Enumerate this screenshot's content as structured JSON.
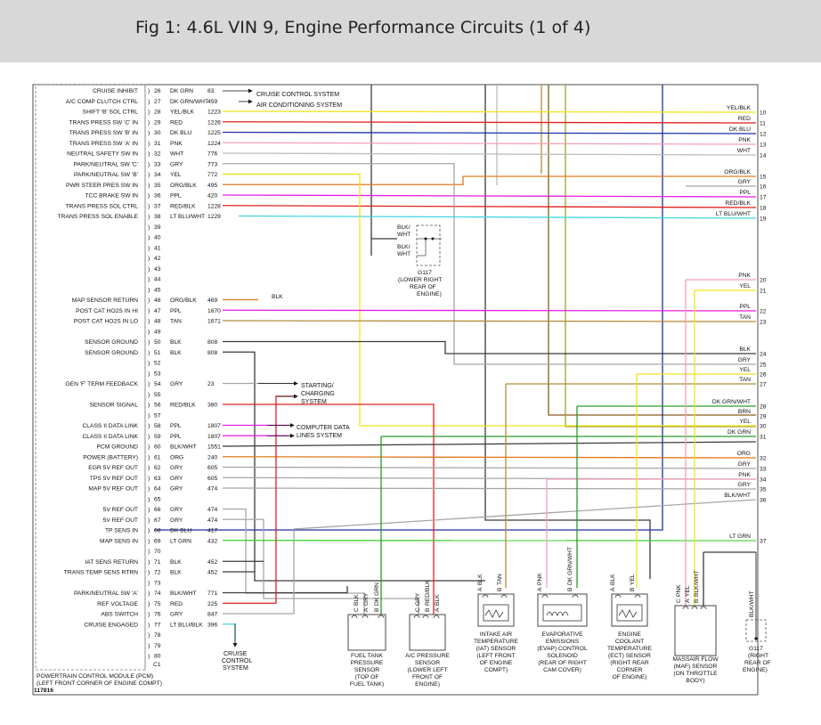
{
  "header": {
    "title": "Fig 1: 4.6L VIN 9, Engine Performance Circuits (1 of 4)"
  },
  "pcm": {
    "name_line1": "POWERTRAIN CONTROL MODULE (PCM)",
    "name_line2": "(LEFT FRONT CORNER OF ENGINE COMPT)",
    "figure_id": "117816",
    "c1": "C1"
  },
  "pins": [
    {
      "num": "26",
      "label": "CRUISE INHIBIT",
      "color": "DK GRN",
      "circuit": "83"
    },
    {
      "num": "27",
      "label": "A/C COMP CLUTCH CTRL",
      "color": "DK GRN/WHT",
      "circuit": "459"
    },
    {
      "num": "28",
      "label": "SHIFT 'B' SOL CTRL",
      "color": "YEL/BLK",
      "circuit": "1223"
    },
    {
      "num": "29",
      "label": "TRANS PRESS SW 'C' IN",
      "color": "RED",
      "circuit": "1226"
    },
    {
      "num": "30",
      "label": "TRANS PRESS SW 'B' IN",
      "color": "DK BLU",
      "circuit": "1225"
    },
    {
      "num": "31",
      "label": "TRANS PRESS SW 'A' IN",
      "color": "PNK",
      "circuit": "1224"
    },
    {
      "num": "32",
      "label": "NEUTRAL SAFETY SW IN",
      "color": "WHT",
      "circuit": "776"
    },
    {
      "num": "33",
      "label": "PARK/NEUTRAL SW 'C'",
      "color": "GRY",
      "circuit": "773"
    },
    {
      "num": "34",
      "label": "PARK/NEUTRAL SW 'B'",
      "color": "YEL",
      "circuit": "772"
    },
    {
      "num": "35",
      "label": "PWR STEER PRES SW IN",
      "color": "ORG/BLK",
      "circuit": "495"
    },
    {
      "num": "36",
      "label": "TCC BRAKE SW IN",
      "color": "PPL",
      "circuit": "420"
    },
    {
      "num": "37",
      "label": "TRANS PRESS SOL CTRL",
      "color": "RED/BLK",
      "circuit": "1228"
    },
    {
      "num": "38",
      "label": "TRANS PRESS SOL ENABLE",
      "color": "LT BLU/WHT",
      "circuit": "1229"
    },
    {
      "num": "39",
      "label": "",
      "color": "",
      "circuit": ""
    },
    {
      "num": "40",
      "label": "",
      "color": "",
      "circuit": ""
    },
    {
      "num": "41",
      "label": "",
      "color": "",
      "circuit": ""
    },
    {
      "num": "42",
      "label": "",
      "color": "",
      "circuit": ""
    },
    {
      "num": "43",
      "label": "",
      "color": "",
      "circuit": ""
    },
    {
      "num": "44",
      "label": "",
      "color": "",
      "circuit": ""
    },
    {
      "num": "45",
      "label": "",
      "color": "",
      "circuit": ""
    },
    {
      "num": "46",
      "label": "MAP SENSOR RETURN",
      "color": "ORG/BLK",
      "circuit": "469"
    },
    {
      "num": "47",
      "label": "POST CAT HO2S IN HI",
      "color": "PPL",
      "circuit": "1670"
    },
    {
      "num": "48",
      "label": "POST CAT HO2S IN LO",
      "color": "TAN",
      "circuit": "1671"
    },
    {
      "num": "49",
      "label": "",
      "color": "",
      "circuit": ""
    },
    {
      "num": "50",
      "label": "SENSOR GROUND",
      "color": "BLK",
      "circuit": "808"
    },
    {
      "num": "51",
      "label": "SENSOR GROUND",
      "color": "BLK",
      "circuit": "808"
    },
    {
      "num": "52",
      "label": "",
      "color": "",
      "circuit": ""
    },
    {
      "num": "53",
      "label": "",
      "color": "",
      "circuit": ""
    },
    {
      "num": "54",
      "label": "GEN 'F' TERM FEEDBACK",
      "color": "GRY",
      "circuit": "23"
    },
    {
      "num": "55",
      "label": "",
      "color": "",
      "circuit": ""
    },
    {
      "num": "56",
      "label": "SENSOR SIGNAL",
      "color": "RED/BLK",
      "circuit": "380"
    },
    {
      "num": "57",
      "label": "",
      "color": "",
      "circuit": ""
    },
    {
      "num": "58",
      "label": "CLASS II DATA LINK",
      "color": "PPL",
      "circuit": "1807"
    },
    {
      "num": "59",
      "label": "CLASS II DATA LINK",
      "color": "PPL",
      "circuit": "1807"
    },
    {
      "num": "60",
      "label": "PCM GROUND",
      "color": "BLK/WHT",
      "circuit": "1551"
    },
    {
      "num": "61",
      "label": "POWER (BATTERY)",
      "color": "ORG",
      "circuit": "240"
    },
    {
      "num": "62",
      "label": "EGR 5V REF OUT",
      "color": "GRY",
      "circuit": "605"
    },
    {
      "num": "63",
      "label": "TPS 5V REF OUT",
      "color": "GRY",
      "circuit": "605"
    },
    {
      "num": "64",
      "label": "MAP 5V REF OUT",
      "color": "GRY",
      "circuit": "474"
    },
    {
      "num": "65",
      "label": "",
      "color": "",
      "circuit": ""
    },
    {
      "num": "66",
      "label": "5V REF OUT",
      "color": "GRY",
      "circuit": "474"
    },
    {
      "num": "67",
      "label": "5V REF OUT",
      "color": "GRY",
      "circuit": "474"
    },
    {
      "num": "68",
      "label": "TP SENS IN",
      "color": "DK BLU",
      "circuit": "417"
    },
    {
      "num": "69",
      "label": "MAP SENS IN",
      "color": "LT GRN",
      "circuit": "432"
    },
    {
      "num": "70",
      "label": "",
      "color": "",
      "circuit": ""
    },
    {
      "num": "71",
      "label": "IAT SENS RETURN",
      "color": "BLK",
      "circuit": "452"
    },
    {
      "num": "72",
      "label": "TRANS TEMP SENS RTRN",
      "color": "BLK",
      "circuit": "452"
    },
    {
      "num": "73",
      "label": "",
      "color": "",
      "circuit": ""
    },
    {
      "num": "74",
      "label": "PARK/NEUTRAL SW 'A'",
      "color": "BLK/WHT",
      "circuit": "771"
    },
    {
      "num": "75",
      "label": "REF VOLTAGE",
      "color": "RED",
      "circuit": "225"
    },
    {
      "num": "76",
      "label": "ABS SWITCH",
      "color": "GRY",
      "circuit": "847"
    },
    {
      "num": "77",
      "label": "CRUISE ENGAGED",
      "color": "LT BLU/BLK",
      "circuit": "396"
    },
    {
      "num": "78",
      "label": "",
      "color": "",
      "circuit": ""
    },
    {
      "num": "79",
      "label": "",
      "color": "",
      "circuit": ""
    },
    {
      "num": "80",
      "label": "",
      "color": "",
      "circuit": ""
    }
  ],
  "right_connectors": [
    {
      "num": "10",
      "color": "YEL/BLK"
    },
    {
      "num": "11",
      "color": "RED"
    },
    {
      "num": "12",
      "color": "DK BLU"
    },
    {
      "num": "13",
      "color": "PNK"
    },
    {
      "num": "14",
      "color": "WHT"
    },
    {
      "num": "15",
      "color": "ORG/BLK"
    },
    {
      "num": "16",
      "color": "GRY"
    },
    {
      "num": "17",
      "color": "PPL"
    },
    {
      "num": "18",
      "color": "RED/BLK"
    },
    {
      "num": "19",
      "color": "LT BLU/WHT"
    },
    {
      "num": "20",
      "color": "PNK"
    },
    {
      "num": "21",
      "color": "YEL"
    },
    {
      "num": "22",
      "color": "PPL"
    },
    {
      "num": "23",
      "color": "TAN"
    },
    {
      "num": "24",
      "color": "BLK"
    },
    {
      "num": "25",
      "color": "GRY"
    },
    {
      "num": "26",
      "color": "YEL"
    },
    {
      "num": "27",
      "color": "TAN"
    },
    {
      "num": "28",
      "color": "DK GRN/WHT"
    },
    {
      "num": "29",
      "color": "BRN"
    },
    {
      "num": "30",
      "color": "YEL"
    },
    {
      "num": "31",
      "color": "DK GRN"
    },
    {
      "num": "32",
      "color": "ORG"
    },
    {
      "num": "33",
      "color": "GRY"
    },
    {
      "num": "34",
      "color": "PNK"
    },
    {
      "num": "35",
      "color": "GRY"
    },
    {
      "num": "36",
      "color": "BLK/WHT"
    },
    {
      "num": "37",
      "color": "LT GRN"
    }
  ],
  "destinations": {
    "cruise_control_system": "CRUISE CONTROL SYSTEM",
    "air_conditioning_system": "AIR CONDITIONING SYSTEM",
    "starting_charging": [
      "STARTING/",
      "CHARGING",
      "SYSTEM"
    ],
    "computer_data": [
      "COMPUTER DATA",
      "LINES SYSTEM"
    ],
    "cruise_bottom": [
      "CRUISE",
      "CONTROL",
      "SYSTEM"
    ],
    "map_return_blk": "BLK"
  },
  "ground_g117_top": {
    "wire1": [
      "BLK/",
      "WHT"
    ],
    "wire2": [
      "BLK/",
      "WHT"
    ],
    "name": "G117",
    "location": [
      "(LOWER RIGHT",
      "REAR OF",
      "ENGINE)"
    ]
  },
  "ground_g117_bottom": {
    "wire": "BLK/WHT",
    "name": "G117",
    "location": [
      "(RIGHT",
      "REAR OF",
      "ENGINE)"
    ]
  },
  "components": [
    {
      "id": "fuel_tank",
      "pins": [
        "C",
        "A",
        "B"
      ],
      "wires": [
        "BLK",
        "GRY",
        "DK GRN"
      ],
      "label": [
        "FUEL TANK",
        "PRESSURE",
        "SENSOR",
        "(TOP OF",
        "FUEL TANK)"
      ]
    },
    {
      "id": "ac_pressure",
      "pins": [
        "C",
        "B",
        "A"
      ],
      "wires": [
        "GRY",
        "RED/BLK",
        "BLK"
      ],
      "label": [
        "A/C PRESSURE",
        "SENSOR",
        "(LOWER LEFT",
        "FRONT OF",
        "ENGINE)"
      ]
    },
    {
      "id": "iat",
      "pins": [
        "A",
        "B"
      ],
      "wires": [
        "BLK",
        "TAN"
      ],
      "label": [
        "INTAKE AIR",
        "TEMPERATURE",
        "(IAT) SENSOR",
        "(LEFT FRONT",
        "OF ENGINE",
        "COMPT)"
      ]
    },
    {
      "id": "evap",
      "pins": [
        "A",
        "B"
      ],
      "wires": [
        "PNK",
        "DK GRN/WHT"
      ],
      "label": [
        "EVAPORATIVE",
        "EMISSIONS",
        "(EVAP) CONTROL",
        "SOLENOID",
        "(REAR OF RIGHT",
        "CAM COVER)"
      ]
    },
    {
      "id": "ect",
      "pins": [
        "A",
        "B"
      ],
      "wires": [
        "BLK",
        "YEL"
      ],
      "label": [
        "ENGINE",
        "COOLANT",
        "TEMPERATURE",
        "(ECT) SENSOR",
        "(RIGHT REAR",
        "CORNER",
        "OF ENGINE)"
      ]
    },
    {
      "id": "maf",
      "pins": [
        "C",
        "A",
        "B"
      ],
      "wires": [
        "PNK",
        "YEL",
        "BLK/WHT"
      ],
      "label": [
        "MASSAIR FLOW",
        "(MAF) SENSOR",
        "(ON THROTTLE",
        "BODY)"
      ]
    }
  ],
  "colors": {
    "yellow": "#f2e21a",
    "red": "#e0201c",
    "blue": "#1c2fa8",
    "pink": "#f0a0b4",
    "white_wire": "#bdbdbd",
    "gray": "#a6a6a6",
    "orange": "#e07a1a",
    "purple": "#e61ce6",
    "lightblue": "#3fd6e0",
    "tan": "#b58a3a",
    "black": "#3a3a3a",
    "green": "#2a9a2a",
    "ltgreen": "#3fd12c",
    "brown": "#8a5a1a",
    "olive": "#a0a030"
  }
}
